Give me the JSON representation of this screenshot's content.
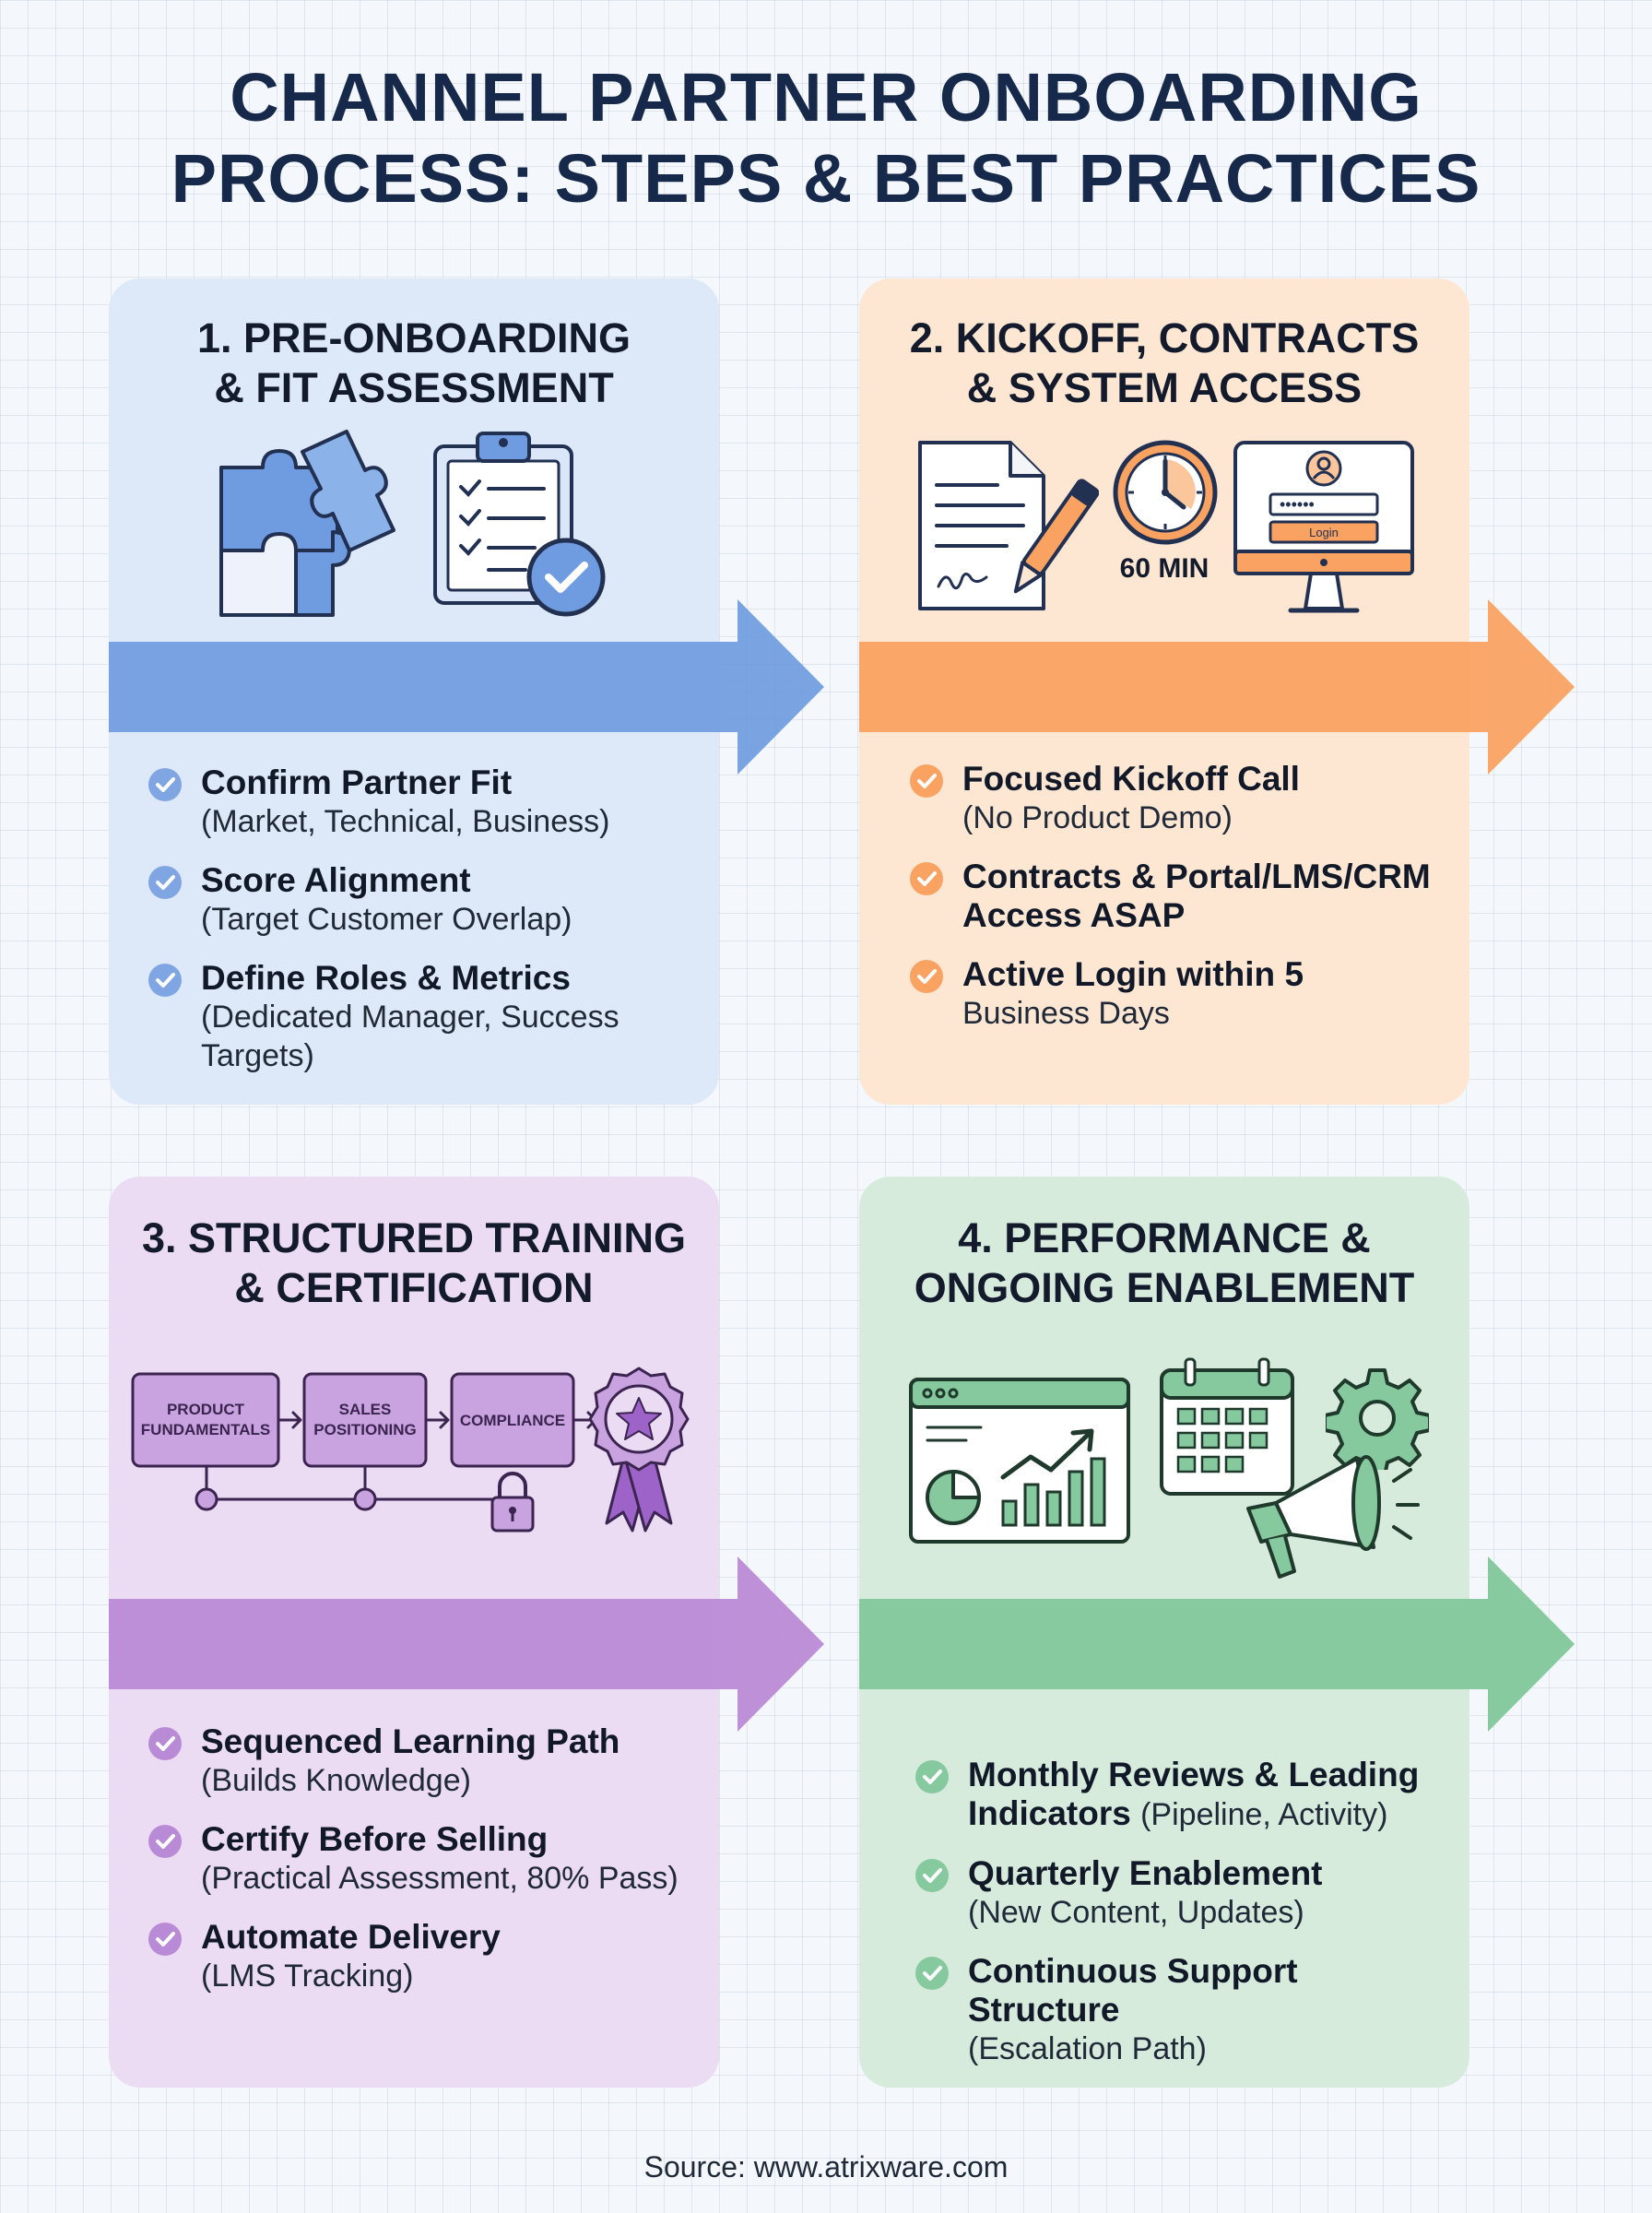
{
  "title": {
    "line1": "CHANNEL PARTNER ONBOARDING",
    "line2": "PROCESS: STEPS & BEST PRACTICES"
  },
  "colors": {
    "blue": "#6f9be0",
    "orange": "#f9a262",
    "purple": "#b98ad6",
    "green": "#86c99e"
  },
  "steps": [
    {
      "title_line1": "1. PRE-ONBOARDING",
      "title_line2": "& FIT ASSESSMENT",
      "icons": [
        "puzzle-icon",
        "clipboard-checklist-icon"
      ],
      "bullets": [
        {
          "head": "Confirm Partner Fit",
          "sub": "(Market, Technical, Business)"
        },
        {
          "head": "Score Alignment",
          "sub": "(Target Customer Overlap)"
        },
        {
          "head": "Define Roles & Metrics",
          "sub": "(Dedicated Manager, Success Targets)"
        }
      ]
    },
    {
      "title_line1": "2. KICKOFF, CONTRACTS",
      "title_line2": "& SYSTEM ACCESS",
      "icons": [
        "contract-pen-icon",
        "clock-icon",
        "monitor-login-icon"
      ],
      "clock_label": "60 MIN",
      "login_password": "••••••",
      "login_button": "Login",
      "bullets": [
        {
          "head": "Focused Kickoff Call",
          "sub": "(No Product Demo)"
        },
        {
          "head": "Contracts & Portal/LMS/CRM",
          "sub": "Access ASAP",
          "sub_bold": true
        },
        {
          "head": "Active Login within 5",
          "sub": "Business Days"
        }
      ]
    },
    {
      "title_line1": "3. STRUCTURED TRAINING",
      "title_line2": "& CERTIFICATION",
      "icons": [
        "learning-path-icon",
        "lock-icon",
        "award-badge-icon"
      ],
      "path_boxes": [
        {
          "line1": "PRODUCT",
          "line2": "FUNDAMENTALS"
        },
        {
          "line1": "SALES",
          "line2": "POSITIONING"
        },
        {
          "line1": "COMPLIANCE",
          "line2": ""
        }
      ],
      "bullets": [
        {
          "head": "Sequenced Learning Path",
          "sub": "(Builds Knowledge)"
        },
        {
          "head": "Certify Before Selling",
          "sub": "(Practical Assessment, 80% Pass)"
        },
        {
          "head": "Automate Delivery",
          "sub": "(LMS Tracking)"
        }
      ]
    },
    {
      "title_line1": "4. PERFORMANCE &",
      "title_line2": "ONGOING ENABLEMENT",
      "icons": [
        "dashboard-chart-icon",
        "calendar-icon",
        "gear-icon",
        "megaphone-icon"
      ],
      "bullets": [
        {
          "head": "Monthly Reviews & Leading",
          "head2": "Indicators",
          "inline": "(Pipeline, Activity)"
        },
        {
          "head": "Quarterly Enablement",
          "sub": "(New Content, Updates)"
        },
        {
          "head": "Continuous Support Structure",
          "sub": "(Escalation Path)"
        }
      ]
    }
  ],
  "source": "Source: www.atrixware.com"
}
